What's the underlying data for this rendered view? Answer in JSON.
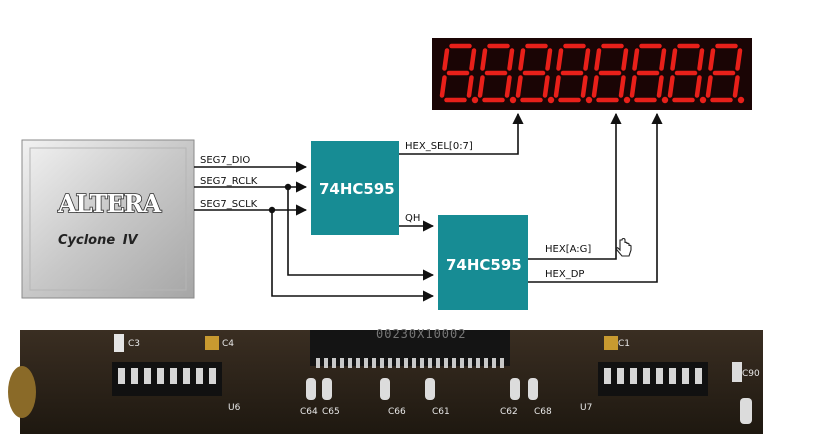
{
  "display": {
    "digit_count": 8,
    "segment_color": "#e8201a",
    "background": "#1a0505"
  },
  "fpga": {
    "brand": "ALTERA",
    "family": "Cyclone",
    "family_suffix": "IV"
  },
  "signals": {
    "dio": "SEG7_DIO",
    "rclk": "SEG7_RCLK",
    "sclk": "SEG7_SCLK",
    "hex_sel": "HEX_SEL[0:7]",
    "qh": "QH",
    "hex_ag": "HEX[A:G]",
    "hex_dp": "HEX_DP"
  },
  "chips": {
    "shift_register_1": "74HC595",
    "shift_register_2": "74HC595"
  },
  "colors": {
    "chip_fill": "#178c94",
    "wire": "#111111",
    "pcb": "#2a2118"
  },
  "board": {
    "ic_marking": "00230X10002",
    "silkscreen": [
      "C3",
      "C4",
      "C64",
      "C65",
      "C66",
      "C61",
      "C62",
      "C68",
      "C90",
      "U6",
      "U7",
      "C1"
    ]
  }
}
